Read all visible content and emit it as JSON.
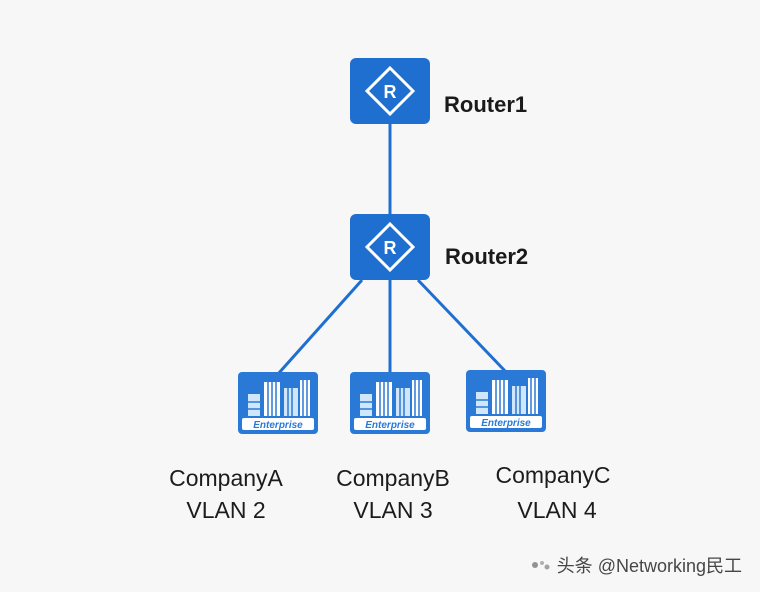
{
  "routers": [
    {
      "id": "router1",
      "label": "Router1",
      "glyph": "R"
    },
    {
      "id": "router2",
      "label": "Router2",
      "glyph": "R"
    }
  ],
  "companies": [
    {
      "id": "companyA",
      "name": "CompanyA",
      "vlan": "VLAN 2"
    },
    {
      "id": "companyB",
      "name": "CompanyB",
      "vlan": "VLAN 3"
    },
    {
      "id": "companyC",
      "name": "CompanyC",
      "vlan": "VLAN 4"
    }
  ],
  "enterprise_badge": "Enterprise",
  "watermark": {
    "text": "头条 @Networking民工"
  },
  "colors": {
    "router_fill": "#1f6fd1",
    "link": "#1f6fd1",
    "icon_fill": "#2a79d6",
    "icon_light": "#cfe6fb"
  }
}
